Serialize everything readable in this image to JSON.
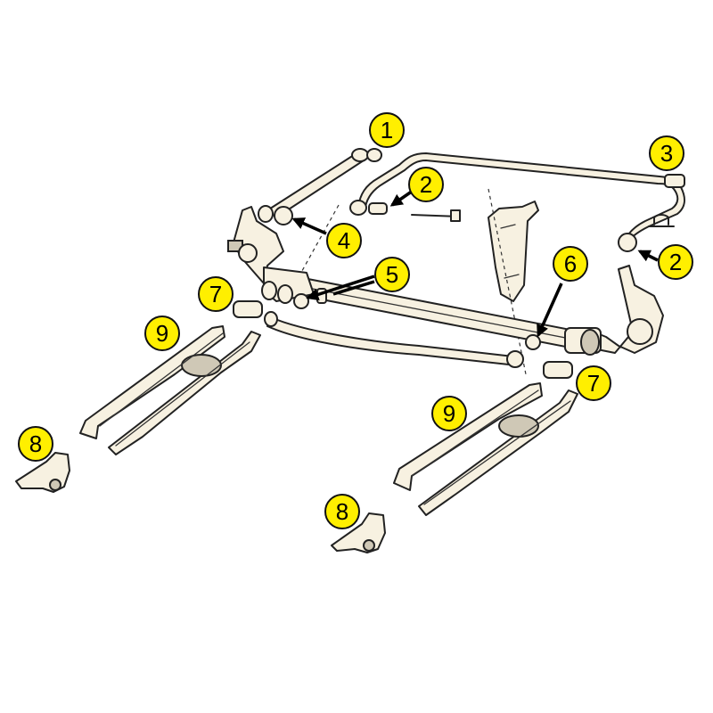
{
  "colors": {
    "callout_fill": "#ffef00",
    "part_fill": "#f7f1e1",
    "outline": "#222222"
  },
  "callouts": {
    "c1": "1",
    "c2a": "2",
    "c2b": "2",
    "c3": "3",
    "c4": "4",
    "c5": "5",
    "c6": "6",
    "c7a": "7",
    "c7b": "7",
    "c8a": "8",
    "c8b": "8",
    "c9a": "9",
    "c9b": "9"
  }
}
